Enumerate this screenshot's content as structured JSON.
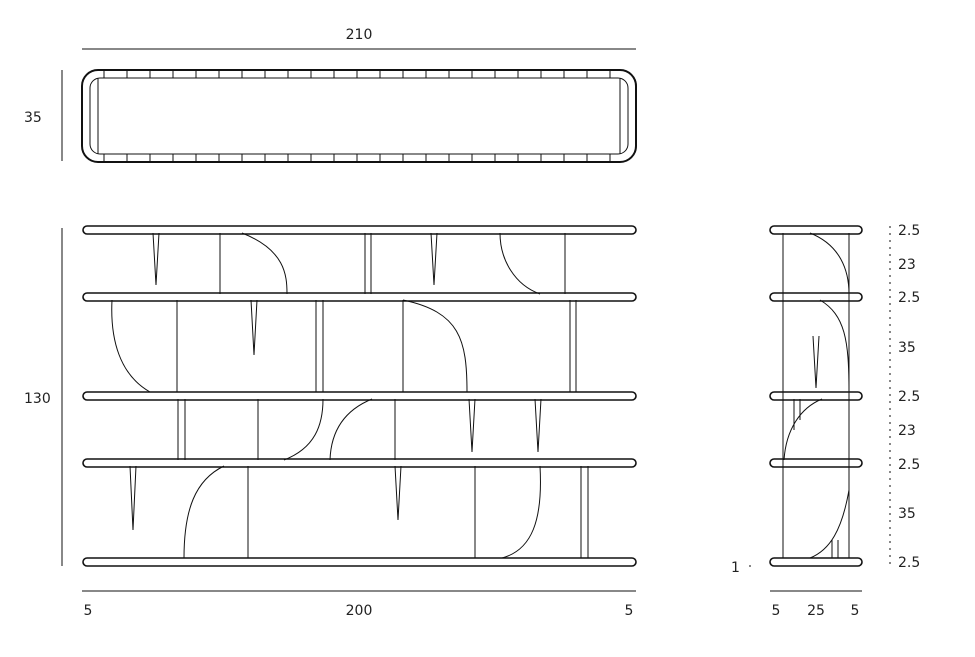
{
  "plan_view": {
    "width_label": "210",
    "depth_label": "35"
  },
  "front_view": {
    "height_label": "130",
    "left_margin_label": "5",
    "span_label": "200",
    "right_margin_label": "5"
  },
  "side_view": {
    "left_label": "5",
    "depth_label": "25",
    "right_label": "5",
    "foot_label": "1",
    "heights": [
      "2.5",
      "23",
      "2.5",
      "35",
      "2.5",
      "23",
      "2.5",
      "35",
      "2.5"
    ]
  },
  "colors": {
    "line": "#111111",
    "text": "#222222"
  }
}
